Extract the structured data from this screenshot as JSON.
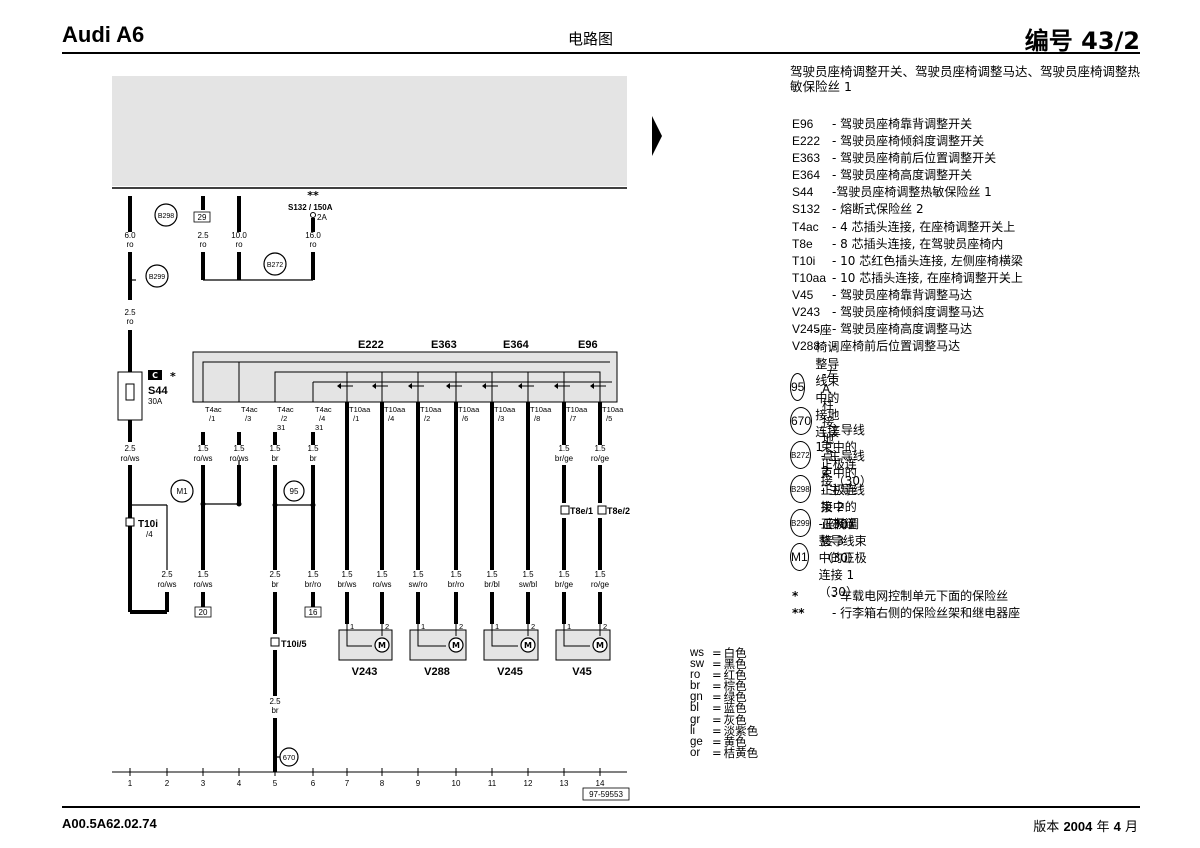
{
  "header": {
    "model": "Audi A6",
    "doc_type": "电路图",
    "number": "编号 43/2"
  },
  "footer": {
    "code": "A00.5A62.02.74",
    "version_prefix": "版本 ",
    "version_year": "2004",
    "version_mid": " 年 ",
    "version_month": "4",
    "version_suffix": " 月"
  },
  "title": "驾驶员座椅调整开关、驾驶员座椅调整马达、驾驶员座椅调整热敏保险丝 1",
  "legend": [
    {
      "code": "E96",
      "desc": "- 驾驶员座椅靠背调整开关"
    },
    {
      "code": "E222",
      "desc": "- 驾驶员座椅倾斜度调整开关"
    },
    {
      "code": "E363",
      "desc": "- 驾驶员座椅前后位置调整开关"
    },
    {
      "code": "E364",
      "desc": "- 驾驶员座椅高度调整开关"
    },
    {
      "code": "S44",
      "desc": "-驾驶员座椅调整热敏保险丝 1"
    },
    {
      "code": "S132",
      "desc": "- 熔断式保险丝 2"
    },
    {
      "code": "T4ac",
      "desc": "- 4 芯插头连接, 在座椅调整开关上"
    },
    {
      "code": "T8e",
      "desc": "- 8 芯插头连接, 在驾驶员座椅内"
    },
    {
      "code": "T10i",
      "desc": "- 10 芯红色插头连接, 左侧座椅横梁"
    },
    {
      "code": "T10aa",
      "desc": "- 10 芯插头连接, 在座椅调整开关上"
    },
    {
      "code": "V45",
      "desc": "- 驾驶员座椅靠背调整马达"
    },
    {
      "code": "V243",
      "desc": "- 驾驶员座椅倾斜度调整马达"
    },
    {
      "code": "V245",
      "desc": "- 驾驶员座椅高度调整马达"
    },
    {
      "code": "V288",
      "desc": "- 座椅前后位置调整马达"
    }
  ],
  "connections": [
    {
      "label": "95",
      "desc": "-座椅调整导线束中的接地连接 1"
    },
    {
      "label": "670",
      "desc": "-左 A 柱接地点 2"
    },
    {
      "label": "B272",
      "desc": "- 主导线束中的正极连接（30）"
    },
    {
      "label": "B298",
      "desc": "- 主导线束中的正极连接 2（30）"
    },
    {
      "label": "B299",
      "desc": "- 主导线束中的正极连接 3（30）"
    },
    {
      "label": "M1",
      "desc": "-座椅调整导线束中的正极连接 1（30）"
    }
  ],
  "notes": [
    {
      "sym": "*",
      "desc": "- 车载电网控制单元下面的保险丝"
    },
    {
      "sym": "**",
      "desc": "- 行李箱右侧的保险丝架和继电器座"
    }
  ],
  "wire_colors": [
    {
      "ab": "ws",
      "name": "白色"
    },
    {
      "ab": "sw",
      "name": "黑色"
    },
    {
      "ab": "ro",
      "name": "红色"
    },
    {
      "ab": "br",
      "name": "棕色"
    },
    {
      "ab": "gn",
      "name": "绿色"
    },
    {
      "ab": "bl",
      "name": "蓝色"
    },
    {
      "ab": "gr",
      "name": "灰色"
    },
    {
      "ab": "li",
      "name": "淡紫色"
    },
    {
      "ab": "ge",
      "name": "黄色"
    },
    {
      "ab": "or",
      "name": "桔黄色"
    }
  ],
  "diagram": {
    "switch_labels": [
      "E222",
      "E363",
      "E364",
      "E96"
    ],
    "motor_labels": [
      "V243",
      "V288",
      "V245",
      "V45"
    ],
    "fuse_s132": "S132 / 150A",
    "fuse_s132_amp": "2A",
    "fuse_s44": "S44",
    "fuse_s44_amp": "30A",
    "stars1": "*",
    "stars2": "**",
    "c_box": "C",
    "ref_29": "29",
    "ref_20": "20",
    "ref_16": "16",
    "part_no": "97-59553",
    "column_numbers": [
      "1",
      "2",
      "3",
      "4",
      "5",
      "6",
      "7",
      "8",
      "9",
      "10",
      "11",
      "12",
      "13",
      "14"
    ],
    "top_wires": [
      {
        "size": "6.0",
        "color": "ro"
      },
      {
        "size": "2.5",
        "color": "ro"
      },
      {
        "size": "10.0",
        "color": "ro"
      },
      {
        "size": "16.0",
        "color": "ro"
      },
      {
        "size": "2.5",
        "color": "ro"
      }
    ],
    "connector_pins": [
      {
        "conn": "T4ac",
        "pin": "/1"
      },
      {
        "conn": "T4ac",
        "pin": "/3"
      },
      {
        "conn": "T4ac",
        "pin": "/2"
      },
      {
        "conn": "T4ac",
        "pin": "/4"
      },
      {
        "conn": "T10aa",
        "pin": "/1"
      },
      {
        "conn": "T10aa",
        "pin": "/4"
      },
      {
        "conn": "T10aa",
        "pin": "/2"
      },
      {
        "conn": "T10aa",
        "pin": "/6"
      },
      {
        "conn": "T10aa",
        "pin": "/3"
      },
      {
        "conn": "T10aa",
        "pin": "/8"
      },
      {
        "conn": "T10aa",
        "pin": "/7"
      },
      {
        "conn": "T10aa",
        "pin": "/5"
      }
    ],
    "mid_wires": [
      {
        "size": "2.5",
        "color": "ro/ws"
      },
      {
        "size": "1.5",
        "color": "ro/ws"
      },
      {
        "size": "1.5",
        "color": "ro/ws"
      },
      {
        "size": "1.5",
        "color": "br"
      },
      {
        "size": "1.5",
        "color": "br"
      },
      {
        "size": "1.5",
        "color": "br/ge"
      },
      {
        "size": "1.5",
        "color": "ro/ge"
      }
    ],
    "low_wires": [
      {
        "size": "2.5",
        "color": "ro/ws"
      },
      {
        "size": "1.5",
        "color": "ro/ws"
      },
      {
        "size": "2.5",
        "color": "br"
      },
      {
        "size": "1.5",
        "color": "br/ro"
      },
      {
        "size": "1.5",
        "color": "br/ws"
      },
      {
        "size": "1.5",
        "color": "ro/ws"
      },
      {
        "size": "1.5",
        "color": "sw/ro"
      },
      {
        "size": "1.5",
        "color": "br/ro"
      },
      {
        "size": "1.5",
        "color": "br/bl"
      },
      {
        "size": "1.5",
        "color": "sw/bl"
      },
      {
        "size": "1.5",
        "color": "br/ge"
      },
      {
        "size": "1.5",
        "color": "ro/ge"
      }
    ],
    "ground_wire": {
      "size": "2.5",
      "color": "br"
    },
    "t10i_label": "T10i",
    "t10i_pin": "/4",
    "t10i5_label": "T10i/5",
    "t8e1_label": "T8e/1",
    "t8e2_label": "T8e/2",
    "pin31a": "31",
    "pin31b": "31",
    "pin1": "1",
    "pin2": "2",
    "ground_95": "95",
    "ground_670": "670",
    "m1": "M1",
    "b298": "B298",
    "b299": "B299",
    "b272": "B272"
  }
}
